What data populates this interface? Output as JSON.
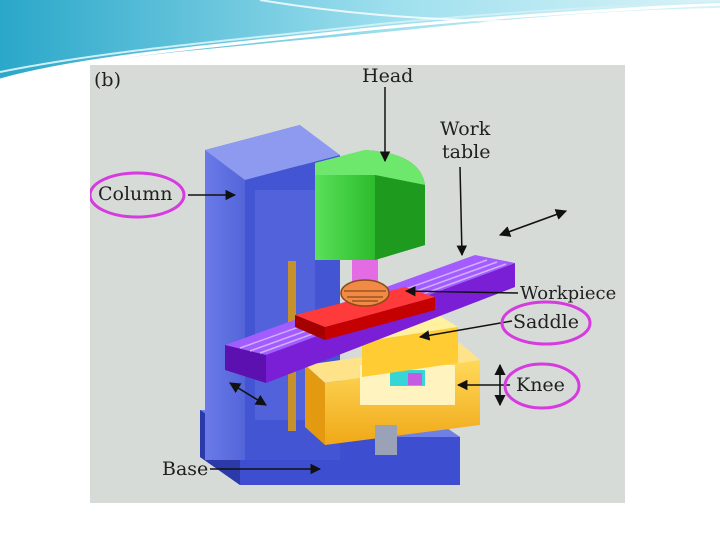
{
  "figure": {
    "panel_tag": "(b)",
    "labels": {
      "head": "Head",
      "work_table_line1": "Work",
      "work_table_line2": "table",
      "column": "Column",
      "workpiece": "Workpiece",
      "saddle": "Saddle",
      "knee": "Knee",
      "base": "Base"
    },
    "highlighted": [
      "Column",
      "Saddle",
      "Knee"
    ],
    "colors": {
      "background": "#d6dbd7",
      "column": "#4d5fd6",
      "head": "#2fbf2f",
      "spindle": "#e36be3",
      "work_table": "#8a2be2",
      "workpiece": "#e81010",
      "saddle": "#ffd24a",
      "knee": "#ffc629",
      "highlight_ring": "#d63be0",
      "banner": "#7fd0e0"
    }
  }
}
